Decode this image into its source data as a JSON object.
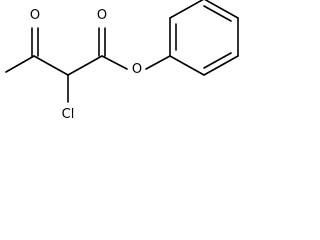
{
  "molecule": {
    "atom_labels": {
      "ketone_oxygen": "O",
      "carbonyl_oxygen": "O",
      "ester_oxygen": "O",
      "chlorine": "Cl"
    }
  }
}
